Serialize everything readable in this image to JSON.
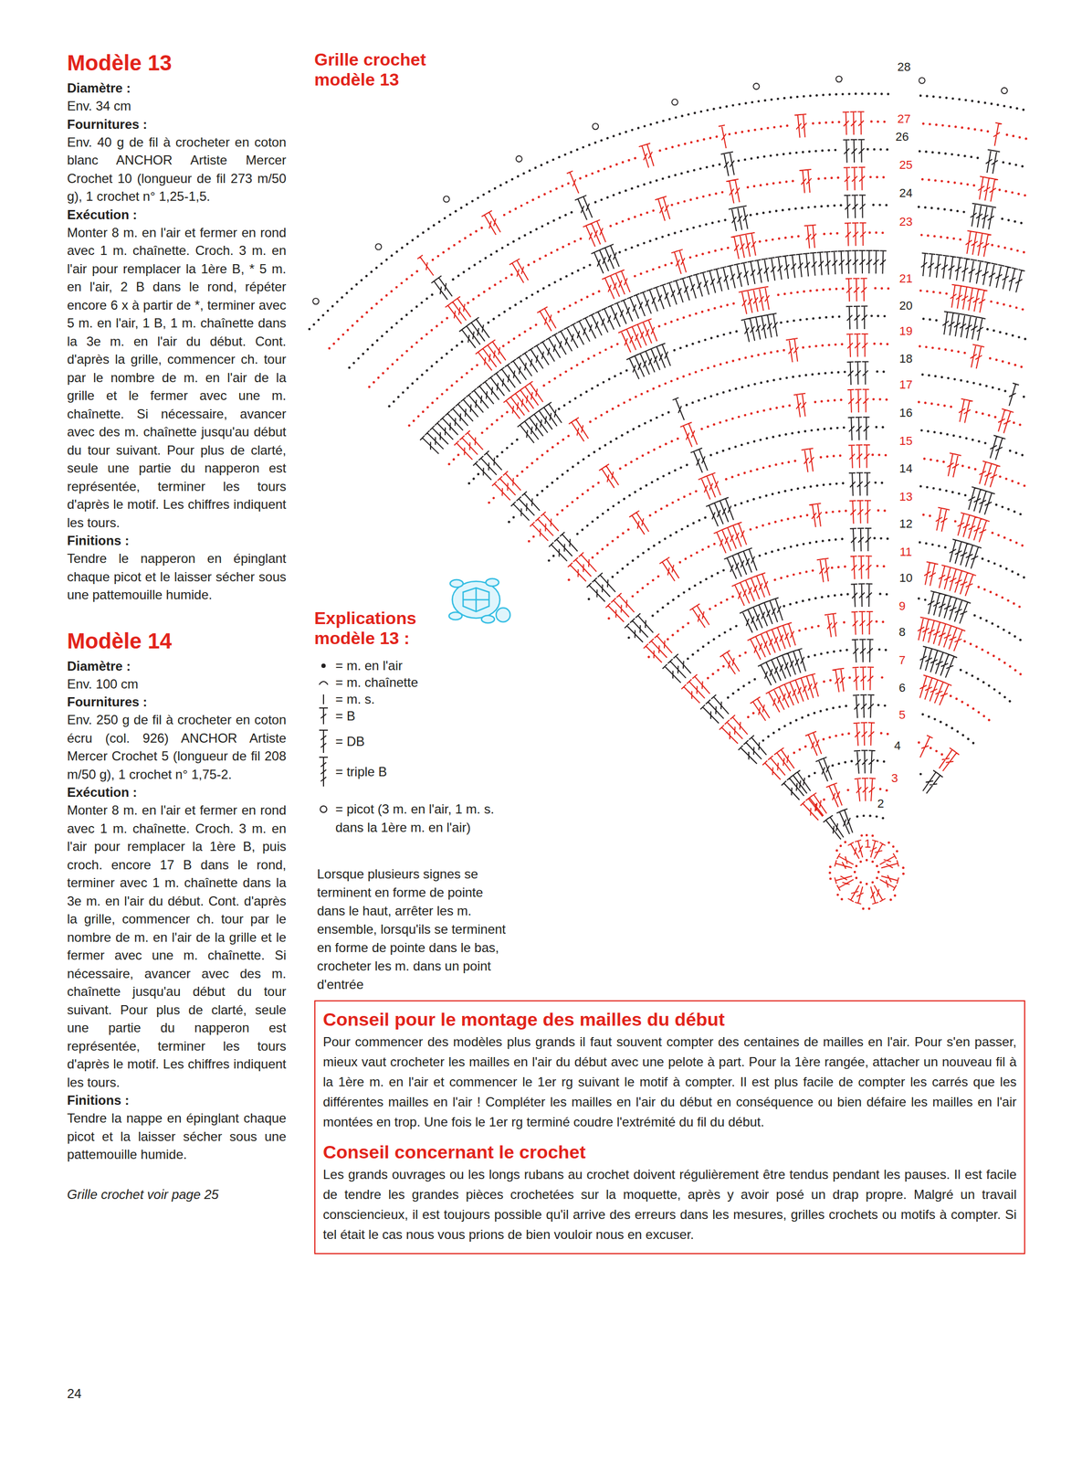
{
  "diagram": {
    "nodes": [
      {
        "text": [
          "Conseil pour le montage des mailles du début",
          "Pour commencer des modèles plus grands il faut souvent compter des centaines de mailles en l'air. Pour s'en passer, mieux vaut crocheter les mailles en l'air du début avec une pelote à part. Pour la 1ère rangée, attacher un nouveau fil à la 1ère m. en l'air et commencer le 1er rg suivant le motif à compter. Il est plus facile de compter les carrés que les différentes mailles en l'air ! Compléter les mailles en l'air du début en conséquence ou bien défaire les mailles en l'air montées en trop. Une fois le 1er rg terminé coudre l'extrémité du fil du début.",
          "Conseil concernant le crochet",
          "Les grands ouvrages ou les longs rubans au crochet doivent régulièrement être tendus pendant les pauses. Il est facile de tendre les grandes pièces crochetées sur la moquette, après y avoir posé un drap propre. Malgré un travail consciencieux, il est toujours possible qu'il arrive des erreurs dans les mesures, grilles crochets ou motifs à compter. Si tel était le cas nous vous prions de bien vouloir nous en excuser."
        ]
      }
    ],
    "labels": [
      "Modèle 13",
      "Diamètre :",
      "Env. 34 cm",
      "Fournitures :",
      "Env. 40 g de fil à crocheter en coton blanc ANCHOR Artiste Mercer Crochet 10 (longueur de fil 273 m/50 g), 1 crochet n° 1,25-1,5.",
      "Exécution :",
      "Monter 8 m. en l'air et fermer en rond avec 1 m. chaînette. Croch. 3 m. en l'air pour remplacer la 1ère B, * 5 m. en l'air, 2 B dans le rond, répéter encore 6 x à partir de *, terminer avec 5 m. en l'air, 1 B, 1 m. chaînette dans la 3e m. en l'air du début. Cont. d'après la grille, commencer ch. tour par le nombre de m. en l'air de la grille et le fermer avec une m. chaînette. Si nécessaire, avancer avec des m. chaînette jusqu'au début du tour suivant. Pour plus de clarté, seule une partie du napperon est représentée, terminer les tours d'après le motif. Les chiffres indiquent les tours.",
      "Finitions :",
      "Tendre le napperon en épinglant chaque picot et le laisser sécher sous une pattemouille humide.",
      "Modèle 14",
      "Diamètre :",
      "Env. 100 cm",
      "Fournitures :",
      "Env. 250 g de fil à crocheter en coton écru (col. 926) ANCHOR Artiste Mercer Crochet 5 (longueur de fil 208 m/50 g), 1 crochet n° 1,75-2.",
      "Exécution :",
      "Monter 8 m. en l'air et fermer en rond avec 1 m. chaînette. Croch. 3 m. en l'air pour remplacer la 1ère B, puis croch. encore 17 B dans le rond, terminer avec 1 m. chaînette dans la 3e m. en l'air du début. Cont. d'après la grille, commencer ch. tour par le nombre de m. en l'air de la grille et le fermer avec une m. chaînette. Si nécessaire, avancer avec des m. chaînette jusqu'au début du tour suivant. Pour plus de clarté, seule une partie du napperon est représentée, terminer les tours d'après le motif. Les chiffres indiquent les tours.",
      "Finitions :",
      "Tendre la nappe en épinglant chaque picot et la laisser sécher sous une pattemouille humide.",
      "Grille crochet voir page 25",
      "24",
      "Grille crochet modèle 13",
      "Explications modèle 13 :",
      "Lorsque plusieurs signes se terminent en forme de pointe dans le haut, arrêter les m. ensemble, lorsqu'ils se terminent en forme de pointe dans le bas, crocheter les m. dans un point d'entrée",
      "28",
      "27",
      "26",
      "25",
      "24",
      "23",
      "21",
      "20",
      "19",
      "18",
      "17",
      "16",
      "15",
      "14",
      "13",
      "12",
      "11",
      "10",
      "9",
      "8",
      "7",
      "6",
      "5",
      "4",
      "3",
      "2",
      "1"
    ],
    "legend": [
      {
        "text": "= m. en l'air"
      },
      {
        "text": "= m. chaînette"
      },
      {
        "text": "= m. s."
      },
      {
        "text": "= B"
      },
      {
        "text": "= DB"
      },
      {
        "text": "= triple B"
      },
      {
        "text": "= picot (3 m. en l'air, 1 m. s. dans la 1ère m. en l'air)"
      }
    ]
  }
}
